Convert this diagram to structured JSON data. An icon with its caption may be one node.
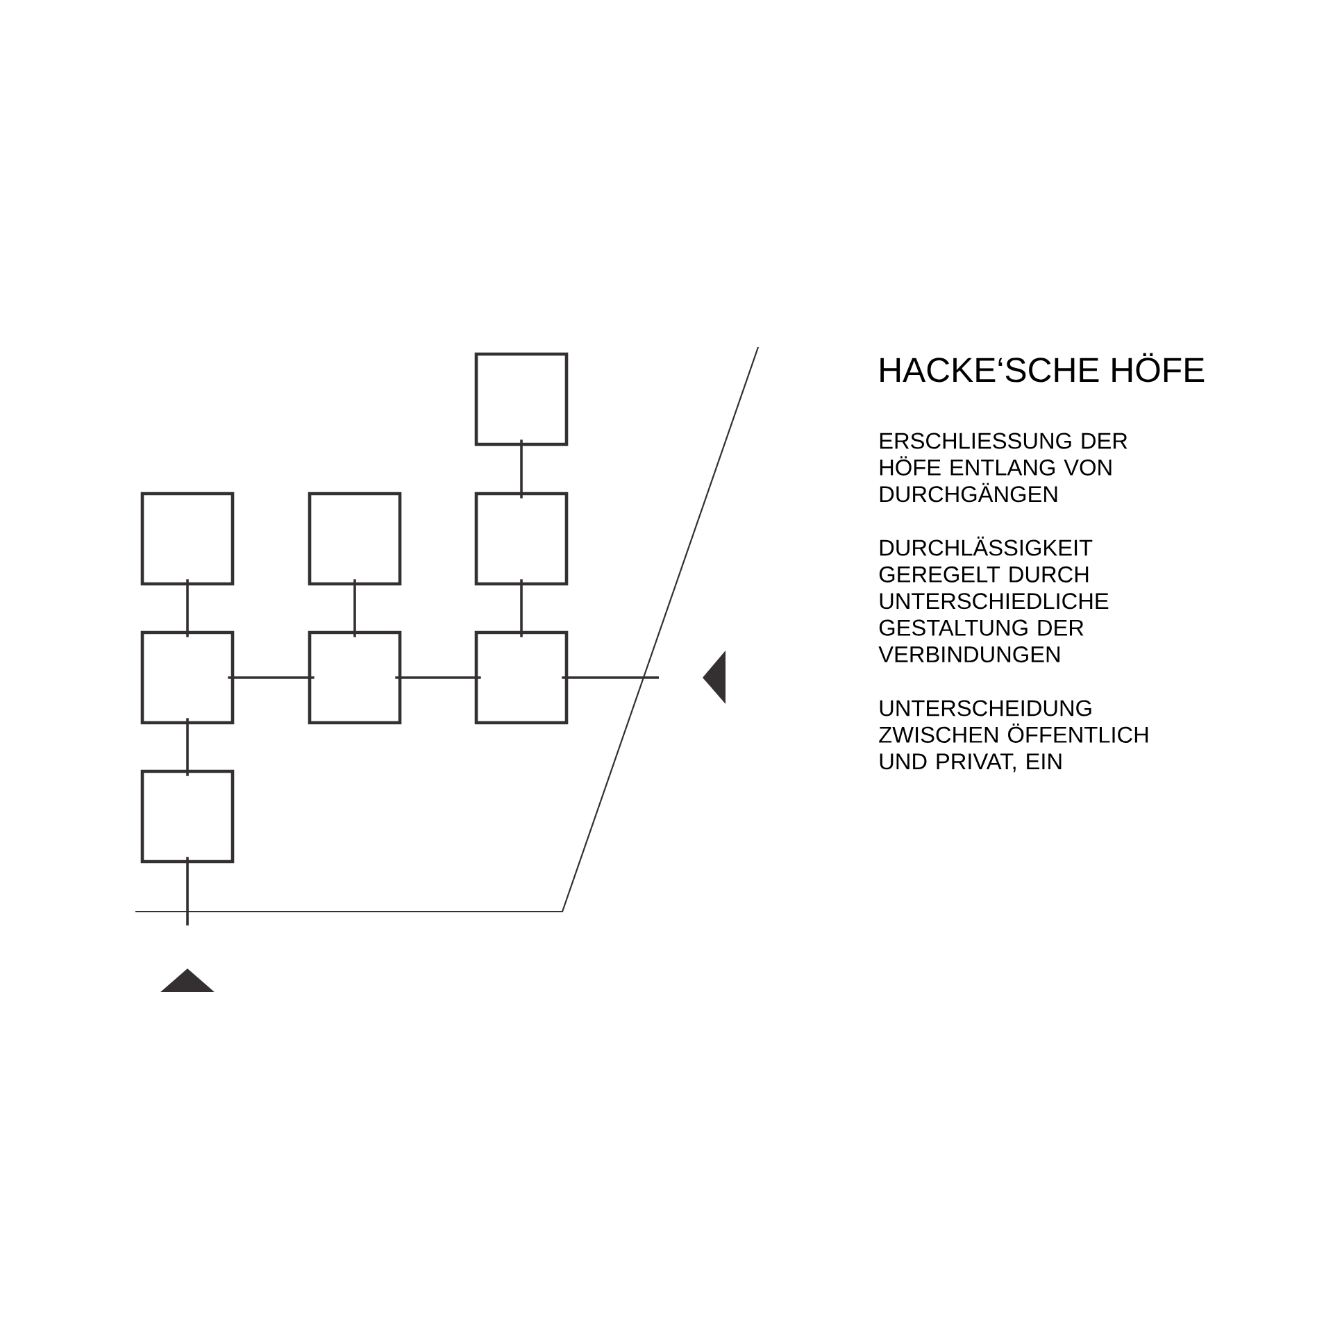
{
  "diagram": {
    "title": "HACKE‘SCHE HÖFE",
    "nodes": [
      {
        "text": [],
        "shape": "box"
      },
      {
        "text": [],
        "shape": "box"
      },
      {
        "text": [],
        "shape": "box"
      },
      {
        "text": [],
        "shape": "box"
      },
      {
        "text": [],
        "shape": "box"
      },
      {
        "text": [],
        "shape": "box"
      },
      {
        "text": [],
        "shape": "box"
      },
      {
        "text": [],
        "shape": "box"
      }
    ],
    "edges": [
      {
        "from": 0,
        "to": 3,
        "arrow": "none"
      },
      {
        "from": 1,
        "to": 4,
        "arrow": "none"
      },
      {
        "from": 2,
        "to": 5,
        "arrow": "none"
      },
      {
        "from": 3,
        "to": 6,
        "arrow": "none"
      },
      {
        "from": 4,
        "to": 5,
        "arrow": "none"
      },
      {
        "from": 5,
        "to": 6,
        "arrow": "none"
      },
      {
        "from": 4,
        "to": 7,
        "arrow": "none"
      },
      {
        "from": 6,
        "to": null,
        "arrow": "none"
      },
      {
        "from": 7,
        "to": null,
        "arrow": "none"
      }
    ],
    "labels": [
      "ERSCHLIESSUNG DER HÖFE ENTLANG VON DURCHGÄNGEN",
      "DURCHLÄSSIGKEIT GEREGELT DURCH UNTERSCHIEDLICHE GESTALTUNG DER VERBINDUNGEN",
      "UNTERSCHEIDUNG ZWISCHEN ÖFFENTLICH UND PRIVAT, EIN"
    ]
  }
}
